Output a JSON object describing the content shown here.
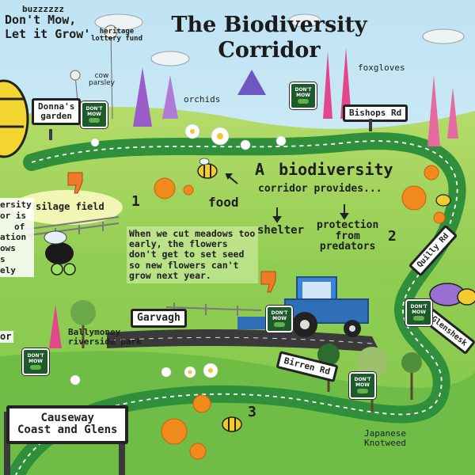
{
  "title": {
    "line1": "The Biodiversity",
    "line2": "Corridor"
  },
  "slogan": {
    "line1": "buzzzzzz",
    "line2": "Don't Mow,",
    "line3": "Let it Grow'"
  },
  "funder": {
    "line1": "heritage",
    "line2": "lottery fund"
  },
  "plants": {
    "cow_parsley": {
      "line1": "cow",
      "line2": "parsley"
    },
    "orchids": "orchids",
    "foxgloves": "foxgloves",
    "japanese_knotweed": {
      "line1": "Japanese",
      "line2": "Knotweed"
    }
  },
  "places": {
    "donnas_garden": {
      "line1": "Donna's",
      "line2": "garden"
    },
    "bishops_rd": "Bishops Rd",
    "silage_field": "silage field",
    "quilly_rd": "Quilly Rd",
    "garvagh": "Garvagh",
    "ballymoney": {
      "line1": "Ballymoney",
      "line2": "riverside park"
    },
    "glenshesk": "Glenshesk",
    "birren_rd": "Birren Rd",
    "region": {
      "line1": "Causeway",
      "line2": "Coast and Glens"
    }
  },
  "corridor": {
    "heading_a": "A",
    "heading_b": "biodiversity",
    "heading_c": "corridor provides...",
    "food": "food",
    "shelter": "shelter",
    "protection": {
      "line1": "protection",
      "line2": "from",
      "line3": "predators"
    }
  },
  "meadow_note": "When we cut meadows too early, the flowers don't get to set seed so new flowers can't grow next year.",
  "left_partial": {
    "l1": "ersity",
    "l2": "or is",
    "l3": "of",
    "l4": "ation",
    "l5": "ows",
    "l6": "s",
    "l7": "ely",
    "l8": "or"
  },
  "markers": {
    "one": "1",
    "two": "2",
    "three": "3"
  },
  "dont_mow_badge": {
    "line1": "DON'T",
    "line2": "MOW"
  },
  "colors": {
    "sky": "#cfe9f5",
    "grass": "#7cc24a",
    "path": "#2f8f3a",
    "road": "#3a3a3a",
    "tractor": "#2f6fb8",
    "thumb_down": "#f07a2a"
  }
}
